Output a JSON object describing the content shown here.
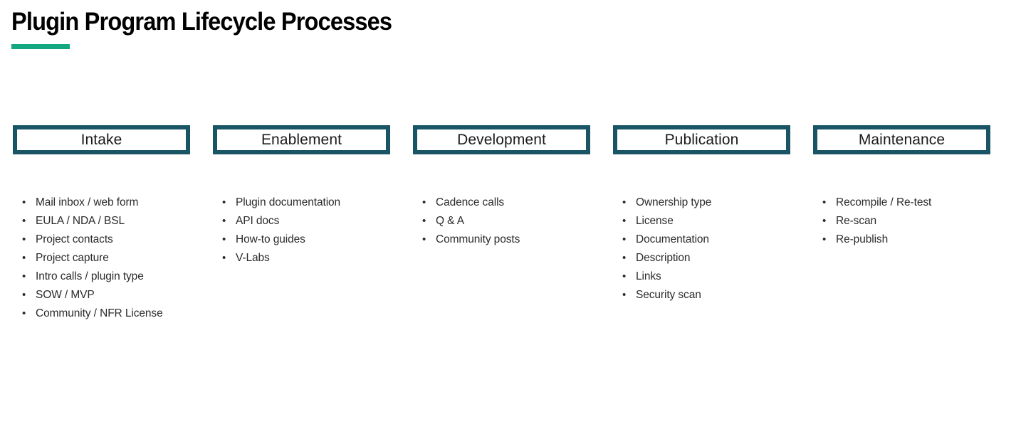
{
  "slide": {
    "title": "Plugin Program Lifecycle Processes",
    "accent_color": "#14a882",
    "box_border_color": "#1a5566",
    "text_color": "#2b2b2b",
    "background": "#ffffff",
    "bullet_glyph": "•"
  },
  "phases": [
    {
      "label": "Intake",
      "items": [
        "Mail inbox / web form",
        "EULA / NDA / BSL",
        "Project contacts",
        "Project capture",
        "Intro calls / plugin type",
        "SOW / MVP",
        "Community / NFR License"
      ]
    },
    {
      "label": "Enablement",
      "items": [
        "Plugin documentation",
        "API docs",
        "How-to guides",
        "V-Labs"
      ]
    },
    {
      "label": "Development",
      "items": [
        "Cadence calls",
        "Q & A",
        "Community posts"
      ]
    },
    {
      "label": "Publication",
      "items": [
        "Ownership type",
        "License",
        "Documentation",
        "Description",
        "Links",
        "Security scan"
      ]
    },
    {
      "label": "Maintenance",
      "items": [
        "Recompile / Re-test",
        "Re-scan",
        "Re-publish"
      ]
    }
  ]
}
